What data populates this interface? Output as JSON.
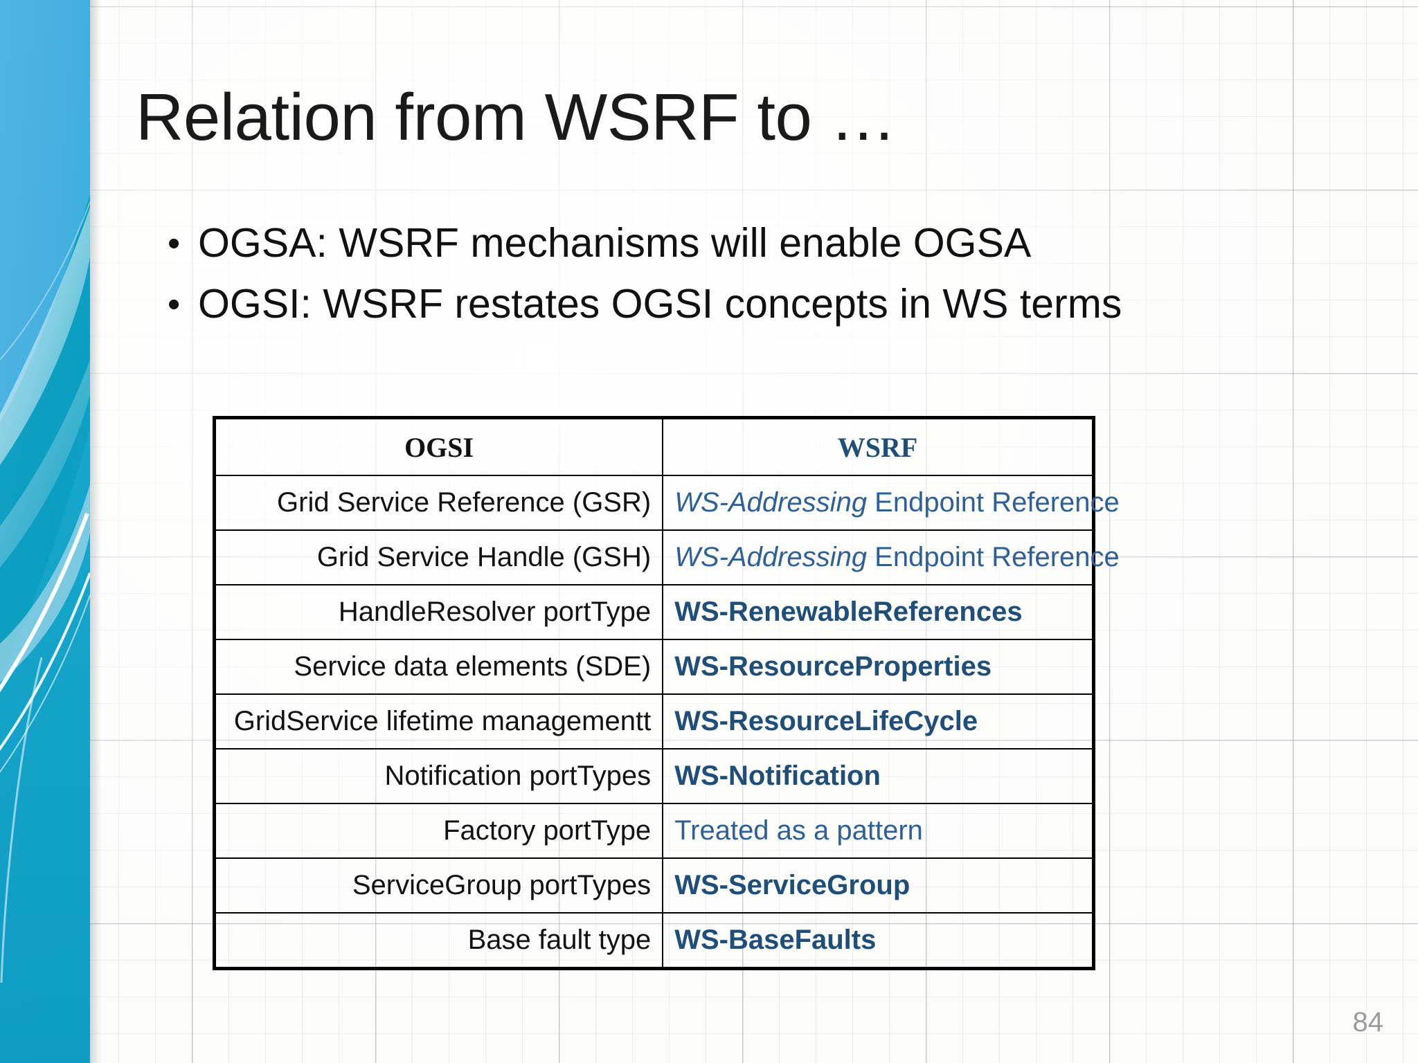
{
  "slide": {
    "title": "Relation from WSRF to …",
    "page_number": "84",
    "bullet_marker": "•",
    "bullets": [
      "OGSA: WSRF mechanisms will enable OGSA",
      "OGSI: WSRF restates OGSI concepts in WS terms"
    ]
  },
  "theme": {
    "accent_blue_dark": "#1f4e79",
    "accent_blue": "#2e6096",
    "sidebar_blue_light": "#52b8e0",
    "sidebar_blue_mid": "#12a2c8",
    "sidebar_blue_deep": "#0896b6",
    "text_black": "#121212",
    "page_number_gray": "#9b9b9b",
    "background": "#fcfcfb"
  },
  "table": {
    "name": "ogsi-to-wsrf-mapping",
    "headers": {
      "col1": "OGSI",
      "col2": "WSRF"
    },
    "rows": [
      {
        "ogsi": "Grid Service Reference (GSR)",
        "wsrf_italic": "WS-Addressing",
        "wsrf_rest": " Endpoint Reference",
        "wsrf_full": "WS-Addressing Endpoint Reference",
        "style": "italic-prefix"
      },
      {
        "ogsi": "Grid Service Handle (GSH)",
        "wsrf_italic": "WS-Addressing",
        "wsrf_rest": " Endpoint Reference",
        "wsrf_full": "WS-Addressing Endpoint Reference",
        "style": "italic-prefix"
      },
      {
        "ogsi": "HandleResolver portType",
        "wsrf_full": "WS-RenewableReferences",
        "style": "bold"
      },
      {
        "ogsi": "Service data elements (SDE)",
        "wsrf_full": "WS-ResourceProperties",
        "style": "bold"
      },
      {
        "ogsi": "GridService lifetime managementt",
        "wsrf_full": "WS-ResourceLifeCycle",
        "style": "bold"
      },
      {
        "ogsi": "Notification portTypes",
        "wsrf_full": "WS-Notification",
        "style": "bold"
      },
      {
        "ogsi": "Factory portType",
        "wsrf_full": "Treated as a pattern",
        "style": "plain"
      },
      {
        "ogsi": "ServiceGroup portTypes",
        "wsrf_full": "WS-ServiceGroup",
        "style": "bold"
      },
      {
        "ogsi": "Base fault type",
        "wsrf_full": "WS-BaseFaults",
        "style": "bold"
      }
    ]
  }
}
